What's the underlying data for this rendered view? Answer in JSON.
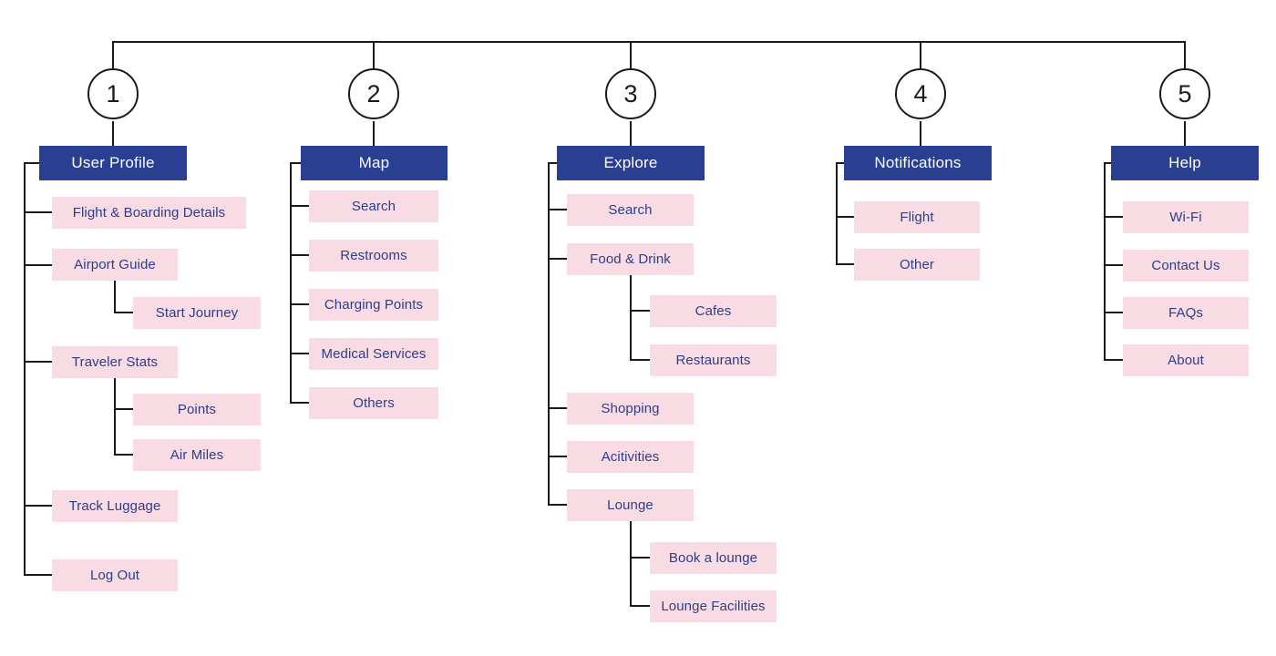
{
  "palette": {
    "header_bg": "#2B3F92",
    "header_text": "#FFFFFF",
    "node_bg": "#F9DBE3",
    "node_text": "#2C3E8C",
    "line": "#1A1A1A",
    "background": "#FFFFFF"
  },
  "sections": [
    {
      "number": "1",
      "header": "User Profile",
      "items": [
        {
          "label": "Flight & Boarding Details"
        },
        {
          "label": "Airport Guide",
          "children": [
            {
              "label": "Start Journey"
            }
          ]
        },
        {
          "label": "Traveler Stats",
          "children": [
            {
              "label": "Points"
            },
            {
              "label": "Air Miles"
            }
          ]
        },
        {
          "label": "Track Luggage"
        },
        {
          "label": "Log Out"
        }
      ]
    },
    {
      "number": "2",
      "header": "Map",
      "items": [
        {
          "label": "Search"
        },
        {
          "label": "Restrooms"
        },
        {
          "label": "Charging Points"
        },
        {
          "label": "Medical Services"
        },
        {
          "label": "Others"
        }
      ]
    },
    {
      "number": "3",
      "header": "Explore",
      "items": [
        {
          "label": "Search"
        },
        {
          "label": "Food & Drink",
          "children": [
            {
              "label": "Cafes"
            },
            {
              "label": "Restaurants"
            }
          ]
        },
        {
          "label": "Shopping"
        },
        {
          "label": "Acitivities"
        },
        {
          "label": "Lounge",
          "children": [
            {
              "label": "Book a lounge"
            },
            {
              "label": "Lounge Facilities"
            }
          ]
        }
      ]
    },
    {
      "number": "4",
      "header": "Notifications",
      "items": [
        {
          "label": "Flight"
        },
        {
          "label": "Other"
        }
      ]
    },
    {
      "number": "5",
      "header": "Help",
      "items": [
        {
          "label": "Wi-Fi"
        },
        {
          "label": "Contact Us"
        },
        {
          "label": "FAQs"
        },
        {
          "label": "About"
        }
      ]
    }
  ]
}
